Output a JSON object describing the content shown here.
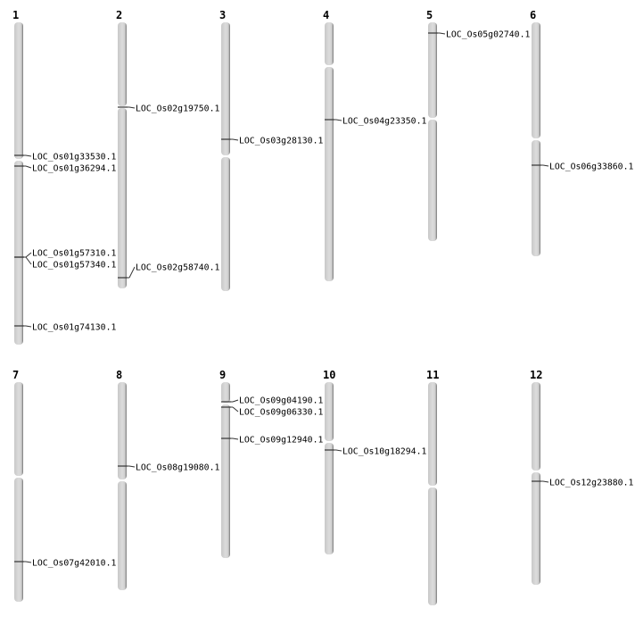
{
  "chromosomes": [
    {
      "name": "1",
      "genes": [
        "LOC_Os01g33530.1",
        "LOC_Os01g36294.1",
        "LOC_Os01g57310.1",
        "LOC_Os01g57340.1",
        "LOC_Os01g74130.1"
      ]
    },
    {
      "name": "2",
      "genes": [
        "LOC_Os02g19750.1",
        "LOC_Os02g58740.1"
      ]
    },
    {
      "name": "3",
      "genes": [
        "LOC_Os03g28130.1"
      ]
    },
    {
      "name": "4",
      "genes": [
        "LOC_Os04g23350.1"
      ]
    },
    {
      "name": "5",
      "genes": [
        "LOC_Os05g02740.1"
      ]
    },
    {
      "name": "6",
      "genes": [
        "LOC_Os06g33860.1"
      ]
    },
    {
      "name": "7",
      "genes": [
        "LOC_Os07g42010.1"
      ]
    },
    {
      "name": "8",
      "genes": [
        "LOC_Os08g19080.1"
      ]
    },
    {
      "name": "9",
      "genes": [
        "LOC_Os09g04190.1",
        "LOC_Os09g06330.1",
        "LOC_Os09g12940.1"
      ]
    },
    {
      "name": "10",
      "genes": [
        "LOC_Os10g18294.1"
      ]
    },
    {
      "name": "11",
      "genes": []
    },
    {
      "name": "12",
      "genes": [
        "LOC_Os12g23880.1"
      ]
    }
  ]
}
